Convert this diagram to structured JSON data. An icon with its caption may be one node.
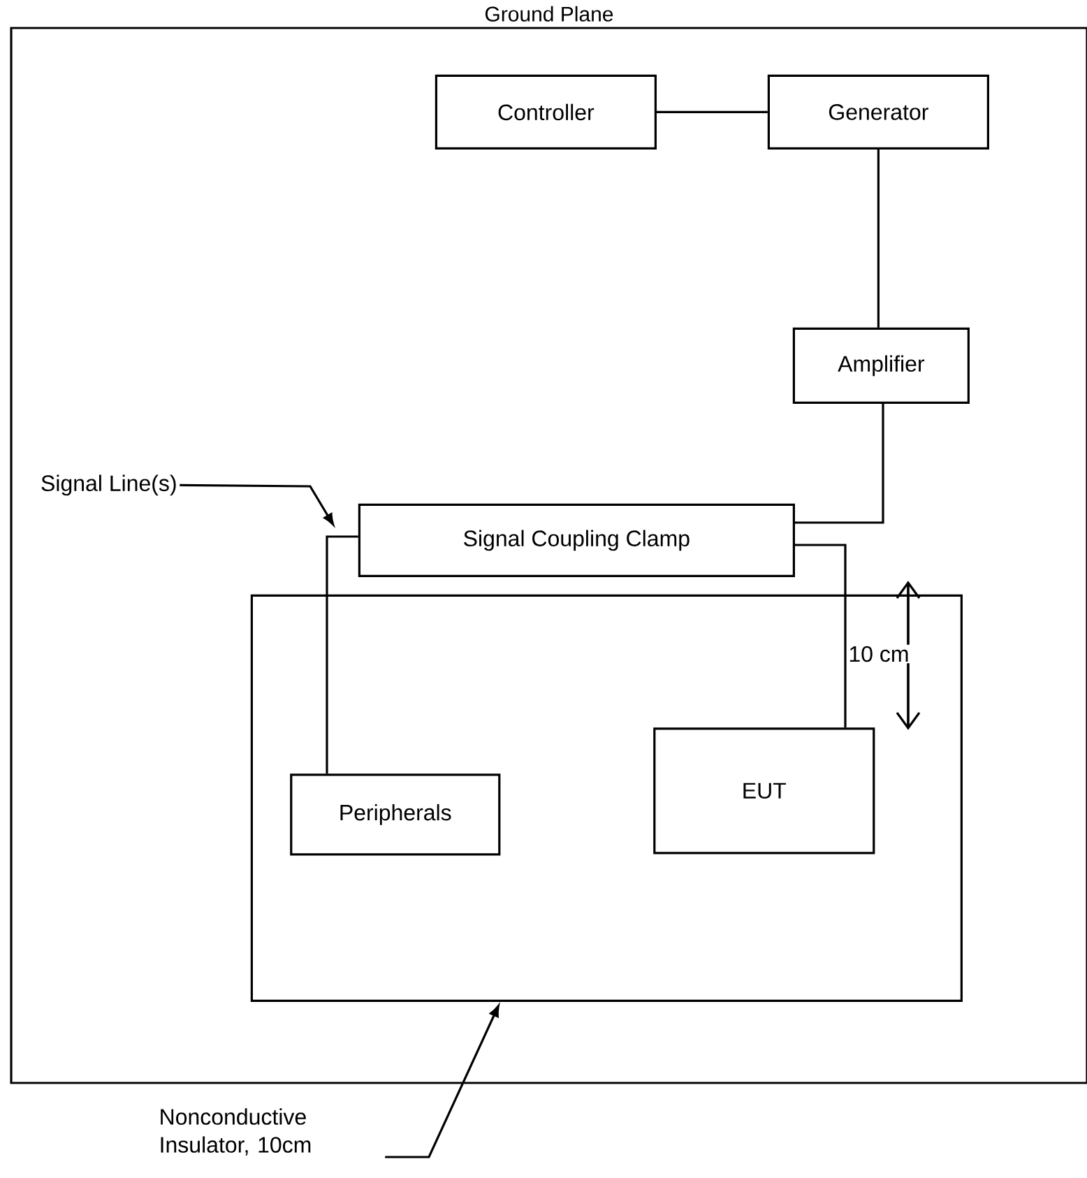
{
  "diagram": {
    "nodes": [
      {
        "text": [
          "Ground Plane"
        ]
      },
      {
        "text": [
          "Controller"
        ],
        "in": 0
      },
      {
        "text": [
          "Generator"
        ],
        "in": 0
      },
      {
        "text": [
          "Amplifier"
        ],
        "in": 0
      },
      {
        "text": [
          "Signal Line(s)"
        ],
        "in": 0
      },
      {
        "text": [
          "Signal Coupling Clamp"
        ],
        "in": 0
      },
      {
        "text": [],
        "shape": "box",
        "in": 0
      },
      {
        "text": [
          "Peripherals"
        ],
        "in": 6
      },
      {
        "text": [
          "EUT"
        ],
        "in": 6
      },
      {
        "text": [
          "Nonconductive Insulator, 10cm"
        ]
      }
    ],
    "edges": [
      {
        "from": 1,
        "to": 2,
        "arrow": "none"
      },
      {
        "from": 2,
        "to": 3,
        "arrow": "none"
      },
      {
        "from": 3,
        "to": 5,
        "arrow": "none"
      },
      {
        "from": 5,
        "to": 7,
        "arrow": "none"
      },
      {
        "from": 5,
        "to": 8,
        "arrow": "none"
      },
      {
        "from": 4,
        "to": null,
        "arrow": "to"
      },
      {
        "from": 9,
        "to": 6,
        "arrow": "to"
      }
    ],
    "labels": [
      "10 cm"
    ]
  }
}
